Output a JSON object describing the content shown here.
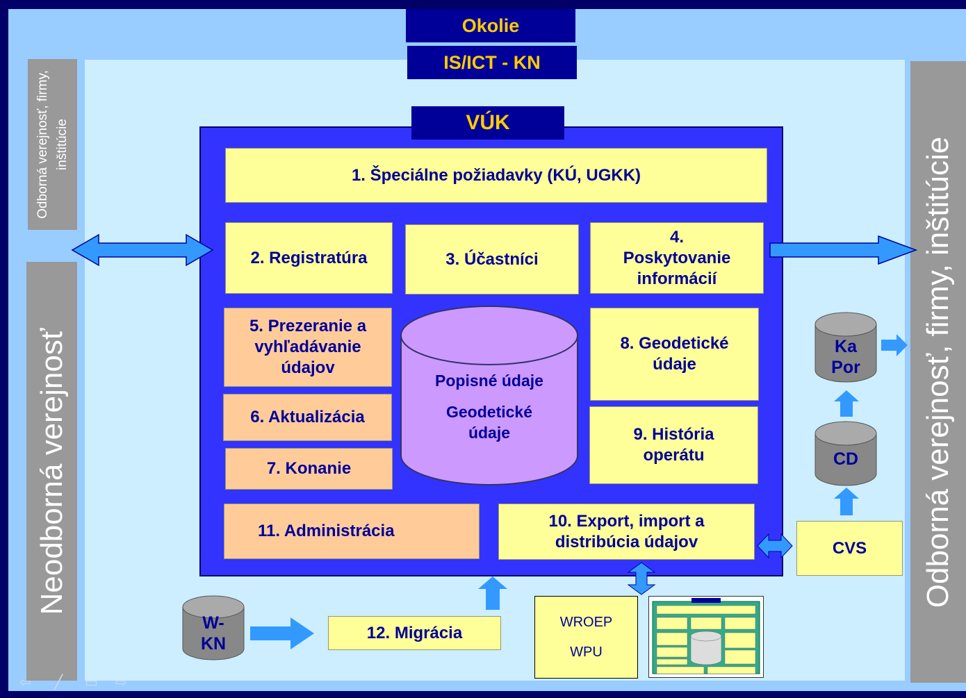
{
  "headers": {
    "okolie": "Okolie",
    "isict": "IS/ICT - KN",
    "vuk": "VÚK"
  },
  "side": {
    "top_small": "Odborná verejnosť, firmy, inštitúcie",
    "left_big": "Neodborná verejnosť",
    "right_big": "Odborná verejnosť, firmy, inštitúcie"
  },
  "modules": {
    "m1": "1. Špeciálne požiadavky (KÚ, UGKK)",
    "m2": "2. Registratúra",
    "m3": "3. Účastníci",
    "m4_l1": "4.",
    "m4_l2": "Poskytovanie",
    "m4_l3": "informácií",
    "m5_l1": "5. Prezeranie a",
    "m5_l2": "vyhľadávanie",
    "m5_l3": "údajov",
    "m6": "6. Aktualizácia",
    "m7": "7. Konanie",
    "m8_l1": "8. Geodetické",
    "m8_l2": "údaje",
    "m9_l1": "9. História",
    "m9_l2": "operátu",
    "m10_l1": "10. Export, import a",
    "m10_l2": "distribúcia údajov",
    "m11": "11. Administrácia",
    "m12": "12. Migrácia"
  },
  "central_db": {
    "l1": "Popisné údaje",
    "l2": "Geodetické",
    "l3": "údaje"
  },
  "databases": {
    "kapor_l1": "Ka",
    "kapor_l2": "Por",
    "cd": "CD",
    "wkn_l1": "W-",
    "wkn_l2": "KN"
  },
  "cvs": "CVS",
  "wroep": {
    "l1": "WROEP",
    "l2": "WPU"
  },
  "colors": {
    "background": "#000066",
    "outer": "#99CCFF",
    "inner": "#CCEEFF",
    "vuk": "#3333FF",
    "header": "#000099",
    "header_text": "#FFCC00",
    "yellow_box": "#FFFF99",
    "orange_box": "#FFCC99",
    "cylinder": "#CC99FF",
    "db_gray": "#888888",
    "arrow": "#3399FF",
    "text": "#000099"
  }
}
